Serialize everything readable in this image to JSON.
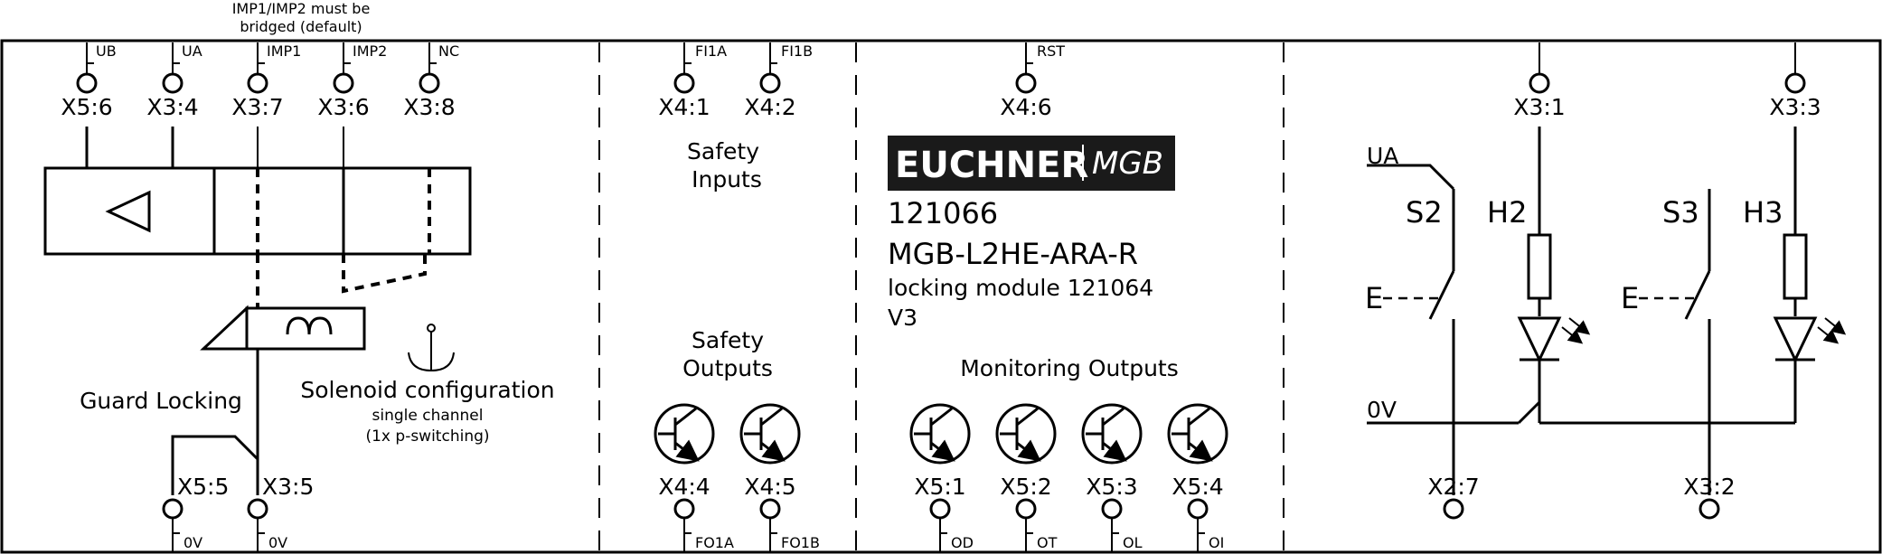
{
  "header_note": [
    "IMP1/IMP2 must be",
    "bridged (default)"
  ],
  "top_signals": {
    "ub": "UB",
    "ua": "UA",
    "imp1": "IMP1",
    "imp2": "IMP2",
    "nc": "NC",
    "fi1a": "FI1A",
    "fi1b": "FI1B",
    "rst": "RST"
  },
  "top_terminals": {
    "x5_6": "X5:6",
    "x3_4": "X3:4",
    "x3_7": "X3:7",
    "x3_6": "X3:6",
    "x3_8": "X3:8",
    "x4_1": "X4:1",
    "x4_2": "X4:2",
    "x4_6": "X4:6",
    "x3_1": "X3:1",
    "x3_3": "X3:3"
  },
  "sections": {
    "safety_inputs": [
      "Safety",
      "Inputs"
    ],
    "safety_outputs": [
      "Safety",
      "Outputs"
    ],
    "monitoring_outputs": "Monitoring Outputs"
  },
  "guard_locking": "Guard Locking",
  "solenoid": {
    "title": "Solenoid configuration",
    "line1": "single channel",
    "line2": "(1x p-switching)"
  },
  "product": {
    "brand": "EUCHNER",
    "brand_sub": "MGB",
    "order_no": "121066",
    "model": "MGB-L2HE-ARA-R",
    "desc": "locking module 121064",
    "version": "V3"
  },
  "bottom_terminals": {
    "x5_5": "X5:5",
    "x3_5": "X3:5",
    "x4_4": "X4:4",
    "x4_5": "X4:5",
    "x5_1": "X5:1",
    "x5_2": "X5:2",
    "x5_3": "X5:3",
    "x5_4": "X5:4",
    "x2_7": "X2:7",
    "x3_2": "X3:2"
  },
  "bottom_signals": {
    "ov1": "0V",
    "ov2": "0V",
    "fo1a": "FO1A",
    "fo1b": "FO1B",
    "od": "OD",
    "ot": "OT",
    "ol": "OL",
    "oi": "OI"
  },
  "right_panel": {
    "ua": "UA",
    "ov": "0V",
    "s2": "S2",
    "h2": "H2",
    "s3": "S3",
    "h3": "H3",
    "e1": "E",
    "e2": "E"
  }
}
